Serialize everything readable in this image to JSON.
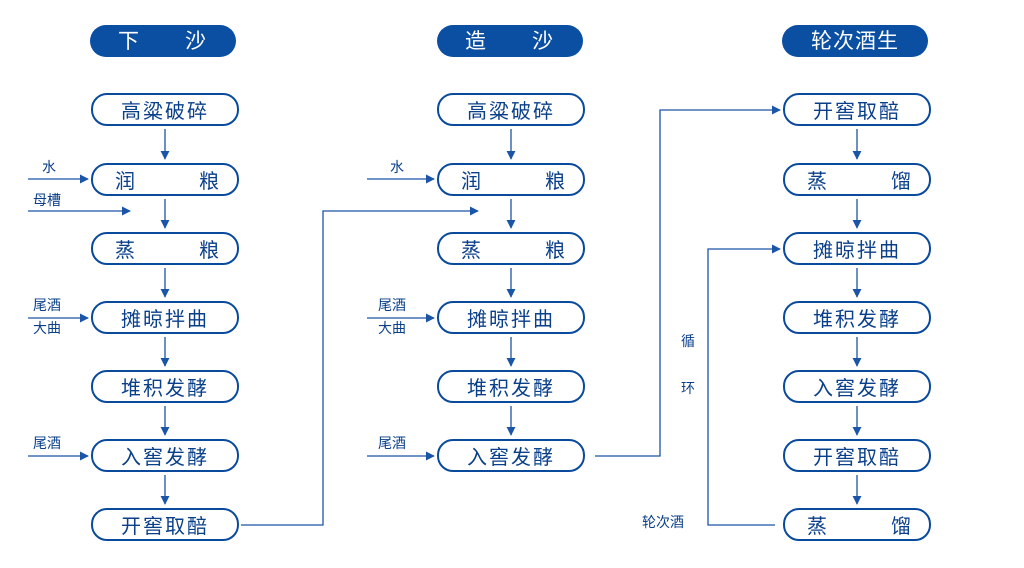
{
  "columns": [
    {
      "header": [
        "下",
        "沙"
      ],
      "steps": [
        [
          "高粱破碎"
        ],
        [
          "润",
          "粮"
        ],
        [
          "蒸",
          "粮"
        ],
        [
          "摊晾拌曲"
        ],
        [
          "堆积发酵"
        ],
        [
          "入窖发酵"
        ],
        [
          "开窖取醅"
        ]
      ]
    },
    {
      "header": [
        "造",
        "沙"
      ],
      "steps": [
        [
          "高粱破碎"
        ],
        [
          "润",
          "粮"
        ],
        [
          "蒸",
          "粮"
        ],
        [
          "摊晾拌曲"
        ],
        [
          "堆积发酵"
        ],
        [
          "入窖发酵"
        ]
      ]
    },
    {
      "header": [
        "轮次酒生"
      ],
      "steps": [
        [
          "开窖取醅"
        ],
        [
          "蒸",
          "馏"
        ],
        [
          "摊晾拌曲"
        ],
        [
          "堆积发酵"
        ],
        [
          "入窖发酵"
        ],
        [
          "开窖取醅"
        ],
        [
          "蒸",
          "馏"
        ]
      ]
    }
  ],
  "inputs": {
    "col1": {
      "water": "水",
      "mother_grains": "母槽",
      "tail_liquor_1": "尾酒",
      "daqu": "大曲",
      "tail_liquor_2": "尾酒"
    },
    "col2": {
      "water": "水",
      "tail_liquor_1": "尾酒",
      "daqu": "大曲",
      "tail_liquor_2": "尾酒"
    },
    "col3": {
      "cycle_1": "循",
      "cycle_2": "环",
      "output": "轮次酒"
    }
  },
  "colors": {
    "header_fill": "#0b4fa3",
    "box_border": "#0a4a9c",
    "text": "#0a3f8a",
    "line": "#1a55a8"
  }
}
